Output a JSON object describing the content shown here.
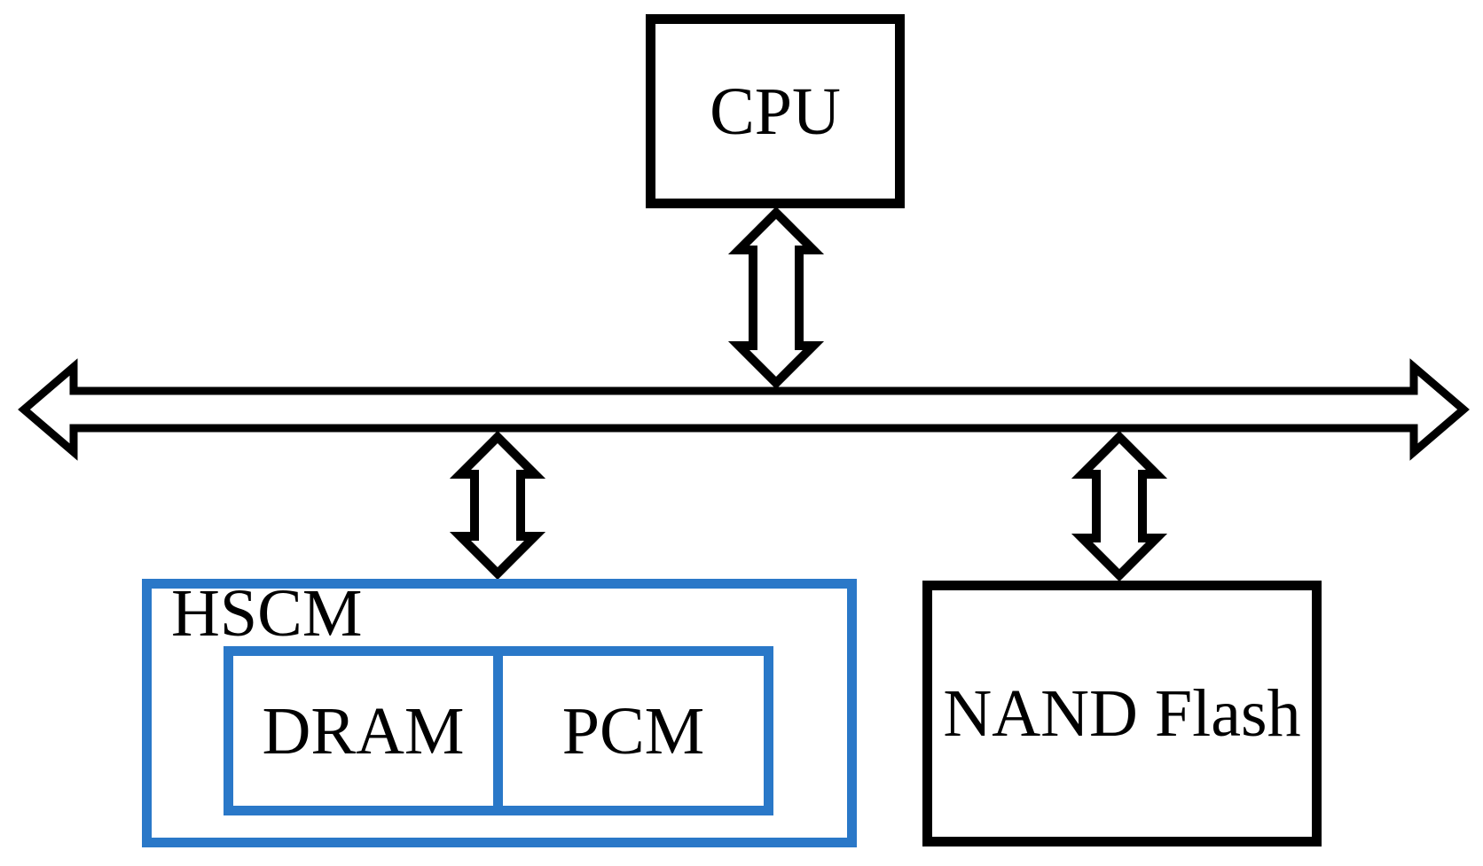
{
  "diagram": {
    "type": "block-diagram",
    "description": "Memory system architecture: CPU, HSCM (DRAM + PCM) and NAND Flash connected by a shared bidirectional bus",
    "nodes": {
      "cpu": {
        "label": "CPU"
      },
      "hscm": {
        "label": "HSCM"
      },
      "dram": {
        "label": "DRAM"
      },
      "pcm": {
        "label": "PCM"
      },
      "nand_flash": {
        "label": "NAND Flash"
      }
    },
    "bus": {
      "name": "system-bus",
      "style": "hollow-double-headed-horizontal-arrow"
    },
    "connections": [
      {
        "from": "CPU",
        "to": "system-bus",
        "style": "hollow-double-headed-arrow"
      },
      {
        "from": "system-bus",
        "to": "HSCM",
        "style": "hollow-double-headed-arrow"
      },
      {
        "from": "system-bus",
        "to": "NAND Flash",
        "style": "hollow-double-headed-arrow"
      }
    ],
    "colors": {
      "line_black": "#000000",
      "hscm_blue": "#2A78C8",
      "background": "#FFFFFF"
    }
  }
}
